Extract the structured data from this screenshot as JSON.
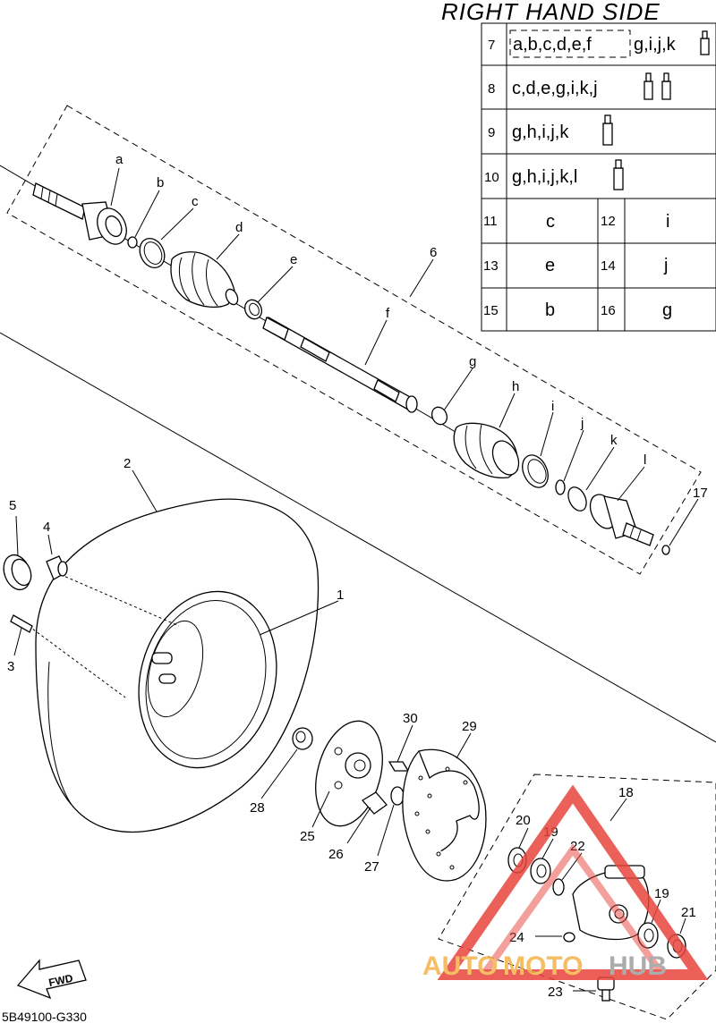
{
  "header": {
    "title": "RIGHT HAND SIDE"
  },
  "table": {
    "rows": [
      {
        "num": "7",
        "parts": "a,b,c,d,e,f",
        "extra": "g,i,j,k"
      },
      {
        "num": "8",
        "parts": "c,d,e,g,i,k,j"
      },
      {
        "num": "9",
        "parts": "g,h,i,j,k"
      },
      {
        "num": "10",
        "parts": "g,h,i,j,k,l"
      }
    ],
    "pairs": [
      {
        "n1": "11",
        "v1": "c",
        "n2": "12",
        "v2": "i"
      },
      {
        "n1": "13",
        "v1": "e",
        "n2": "14",
        "v2": "j"
      },
      {
        "n1": "15",
        "v1": "b",
        "n2": "16",
        "v2": "g"
      }
    ]
  },
  "callouts": {
    "c1": "1",
    "c2": "2",
    "c3": "3",
    "c4": "4",
    "c5": "5",
    "c6": "6",
    "c17": "17",
    "c18": "18",
    "c19a": "19",
    "c19b": "19",
    "c20": "20",
    "c21": "21",
    "c22": "22",
    "c23": "23",
    "c24": "24",
    "c25": "25",
    "c26": "26",
    "c27": "27",
    "c28": "28",
    "c29": "29",
    "c30": "30",
    "la": "a",
    "lb": "b",
    "lc": "c",
    "ld": "d",
    "le": "e",
    "lf": "f",
    "lg": "g",
    "lh": "h",
    "li": "i",
    "lj": "j",
    "lk": "k",
    "ll": "l"
  },
  "fwd": "FWD",
  "code": "5B49100-G330",
  "watermark": {
    "auto": "AUTO",
    "moto": "MOTO",
    "hub": "HUB"
  },
  "colors": {
    "watermark_red": "#e8453c",
    "watermark_orange": "#f4b24a",
    "watermark_gray": "#9e9e9e"
  }
}
